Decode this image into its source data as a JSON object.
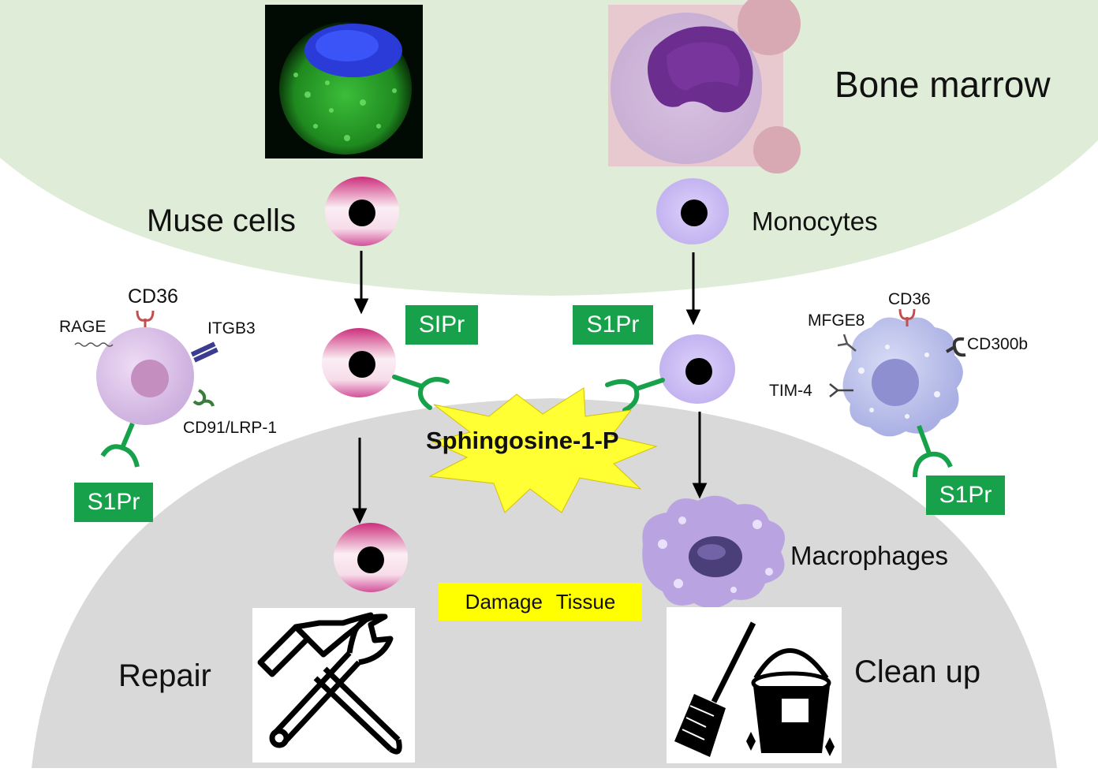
{
  "regions": {
    "bone_marrow": "Bone marrow"
  },
  "cells": {
    "muse": "Muse cells",
    "monocytes": "Monocytes",
    "macrophages": "Macrophages"
  },
  "receptors": {
    "muse_side": {
      "cd36": "CD36",
      "rage": "RAGE",
      "itgb3": "ITGB3",
      "cd91": "CD91/LRP-1",
      "s1pr": "S1Pr"
    },
    "macrophage_side": {
      "cd36": "CD36",
      "mfge8": "MFGE8",
      "cd300b": "CD300b",
      "tim4": "TIM-4",
      "s1pr": "S1Pr"
    }
  },
  "tags": {
    "left_receptor": "SIPr",
    "right_receptor": "S1Pr"
  },
  "signal": "Sphingosine-1-P",
  "tissue": "Damage  Tissue",
  "outcomes": {
    "repair": "Repair",
    "clean_up": "Clean up"
  },
  "colors": {
    "bone_marrow_bg": "#dfecd7",
    "tissue_bg": "#d9d9d9",
    "receptor_green": "#17a14a",
    "signal_yellow": "#ffff33",
    "muse_pink": "#d8408f",
    "monocyte_lavender": "#cbbdf2"
  },
  "icons": [
    "hammer-wrench-icon",
    "broom-bucket-icon"
  ]
}
